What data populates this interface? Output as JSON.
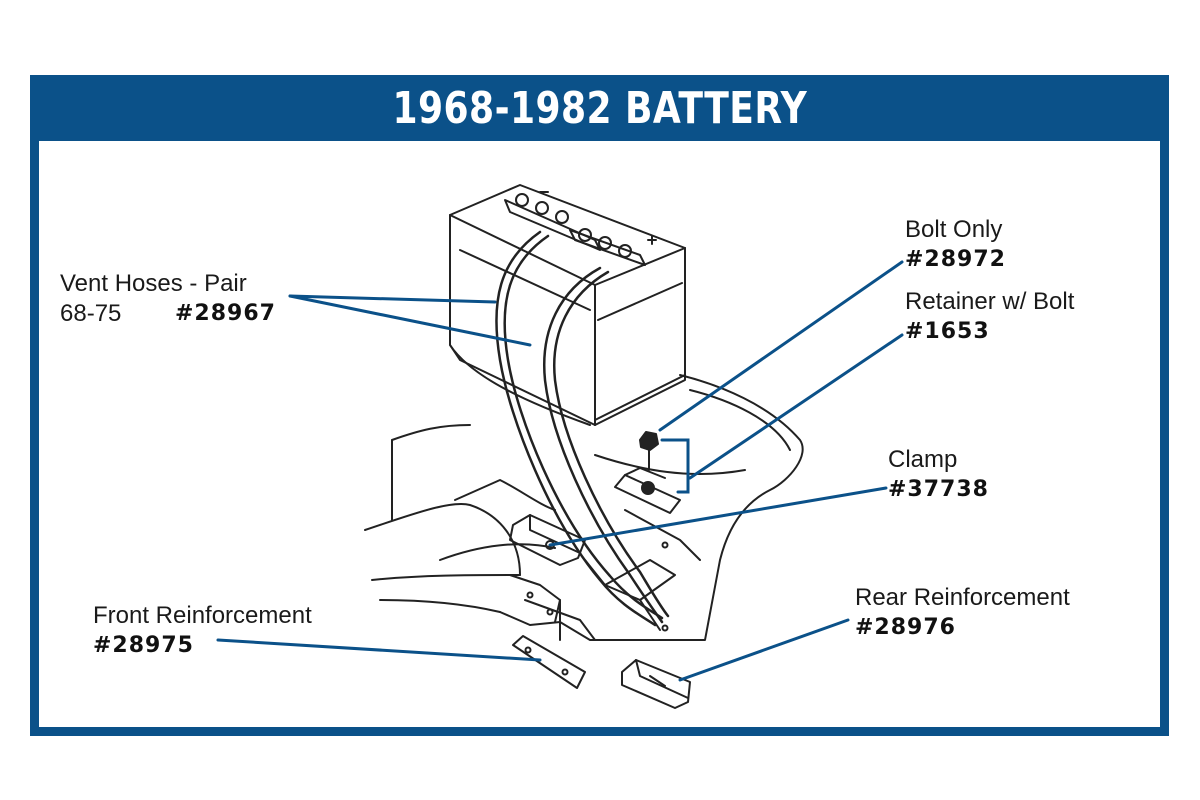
{
  "title": "1968-1982 BATTERY",
  "colors": {
    "frame": "#0b5189",
    "leader": "#0b5189",
    "background": "#ffffff",
    "line_art": "#222222"
  },
  "callouts": {
    "vent_hoses": {
      "label": "Vent Hoses - Pair",
      "years": "68-75",
      "part_number": "#28967"
    },
    "bolt_only": {
      "label": "Bolt Only",
      "part_number": "#28972"
    },
    "retainer": {
      "label": "Retainer w/ Bolt",
      "part_number": "#1653"
    },
    "clamp": {
      "label": "Clamp",
      "part_number": "#37738"
    },
    "front_reinforcement": {
      "label": "Front Reinforcement",
      "part_number": "#28975"
    },
    "rear_reinforcement": {
      "label": "Rear Reinforcement",
      "part_number": "#28976"
    }
  }
}
